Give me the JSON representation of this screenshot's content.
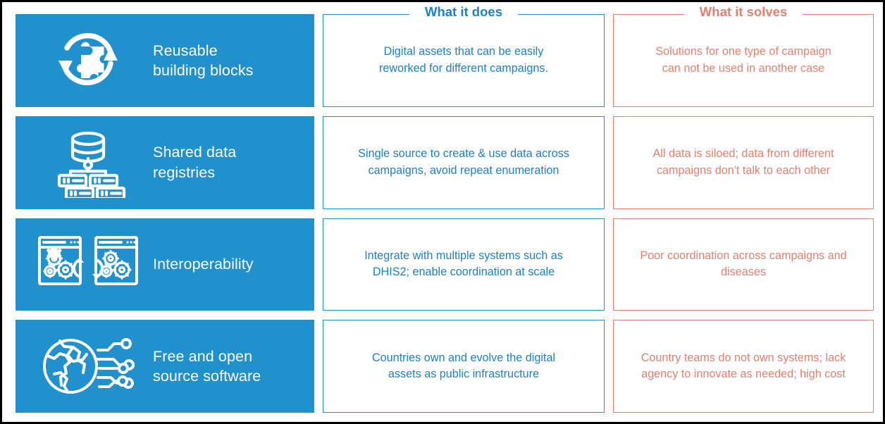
{
  "colors": {
    "blue_fill": "#2191ce",
    "blue_text": "#1b82c4",
    "red_accent": "#e2816f",
    "outer_border": "#000000",
    "background": "#ffffff"
  },
  "columns": {
    "does_header": "What it does",
    "solves_header": "What it solves"
  },
  "rows": [
    {
      "icon": "puzzle-piece-recycle-icon",
      "label": "Reusable\nbuilding blocks",
      "does": "Digital assets that can be easily\nreworked for different campaigns.",
      "solves": "Solutions for one type of campaign\ncan not be used in another case"
    },
    {
      "icon": "database-server-racks-icon",
      "label": "Shared data\nregistries",
      "does": "Single source to create & use data across\ncampaigns, avoid repeat enumeration",
      "solves": "All data is siloed; data from different\ncampaigns don't talk to each other"
    },
    {
      "icon": "two-windows-gears-sync-icon",
      "label": "Interoperability",
      "does": "Integrate with multiple systems such as\nDHIS2; enable coordination at scale",
      "solves": "Poor coordination across campaigns and\ndiseases"
    },
    {
      "icon": "globe-circuit-network-icon",
      "label": "Free and open\nsource software",
      "does": "Countries own and evolve the digital\nassets as public infrastructure",
      "solves": "Country teams do not own systems; lack\nagency to innovate as needed; high cost"
    }
  ]
}
